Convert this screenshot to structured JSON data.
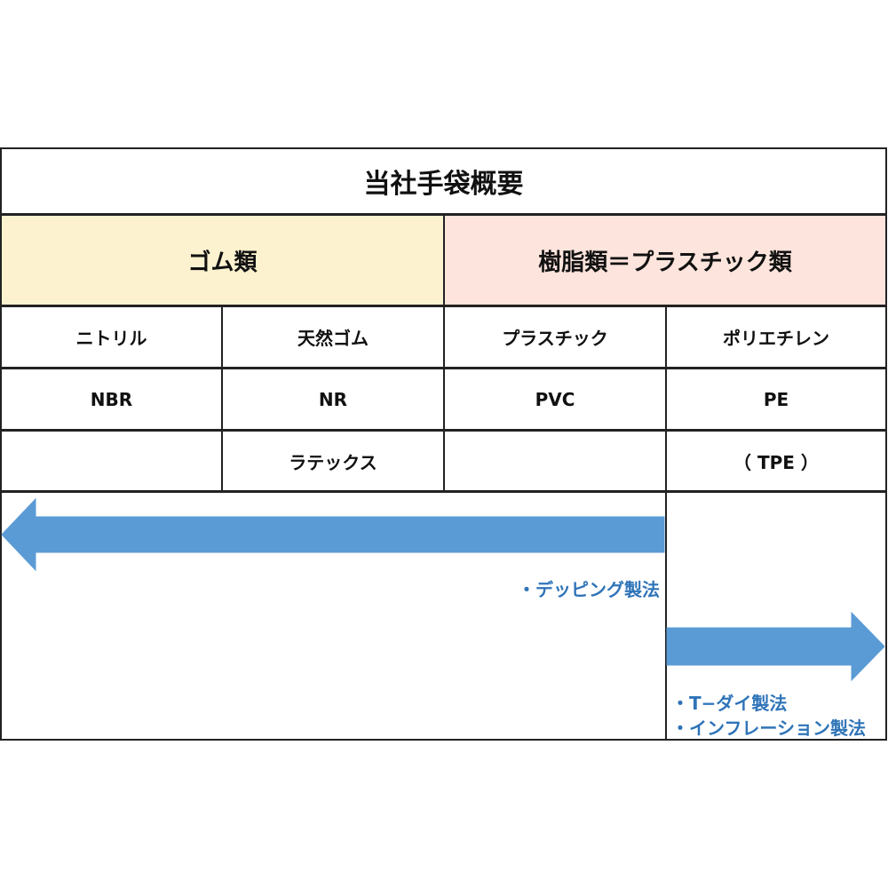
{
  "title": "当社手袋概要",
  "categories": {
    "rubber": "ゴム類",
    "resin": "樹脂類＝プラスチック類"
  },
  "table": {
    "rows": [
      [
        "ニトリル",
        "天然ゴム",
        "プラスチック",
        "ポリエチレン"
      ],
      [
        "NBR",
        "NR",
        "PVC",
        "PE"
      ],
      [
        "",
        "ラテックス",
        "",
        "（ TPE ）"
      ]
    ]
  },
  "methods": {
    "left": [
      "・デッピング製法"
    ],
    "right": [
      "・T−ダイ製法",
      "・インフレーション製法"
    ]
  },
  "colors": {
    "rubber_bg": "#fdf2cf",
    "resin_bg": "#fde4dc",
    "arrow": "#5b9bd5",
    "arrow_text": "#2f74b8"
  }
}
